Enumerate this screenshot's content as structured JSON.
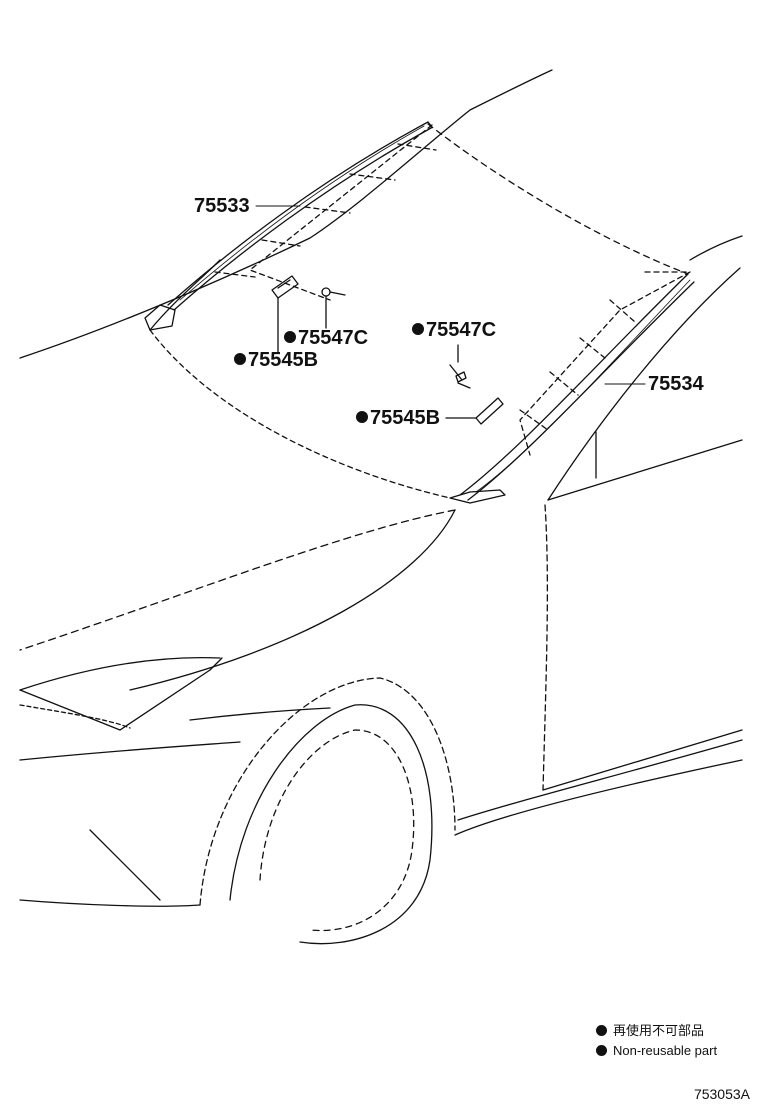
{
  "callouts": {
    "p75533": "75533",
    "p75534": "75534",
    "p75547c_left": "75547C",
    "p75545b_left": "75545B",
    "p75547c_right": "75547C",
    "p75545b_right": "75545B"
  },
  "legend": {
    "non_reusable_jp": "再使用不可部品",
    "non_reusable_en": "Non-reusable part"
  },
  "figure_number": "753053A"
}
